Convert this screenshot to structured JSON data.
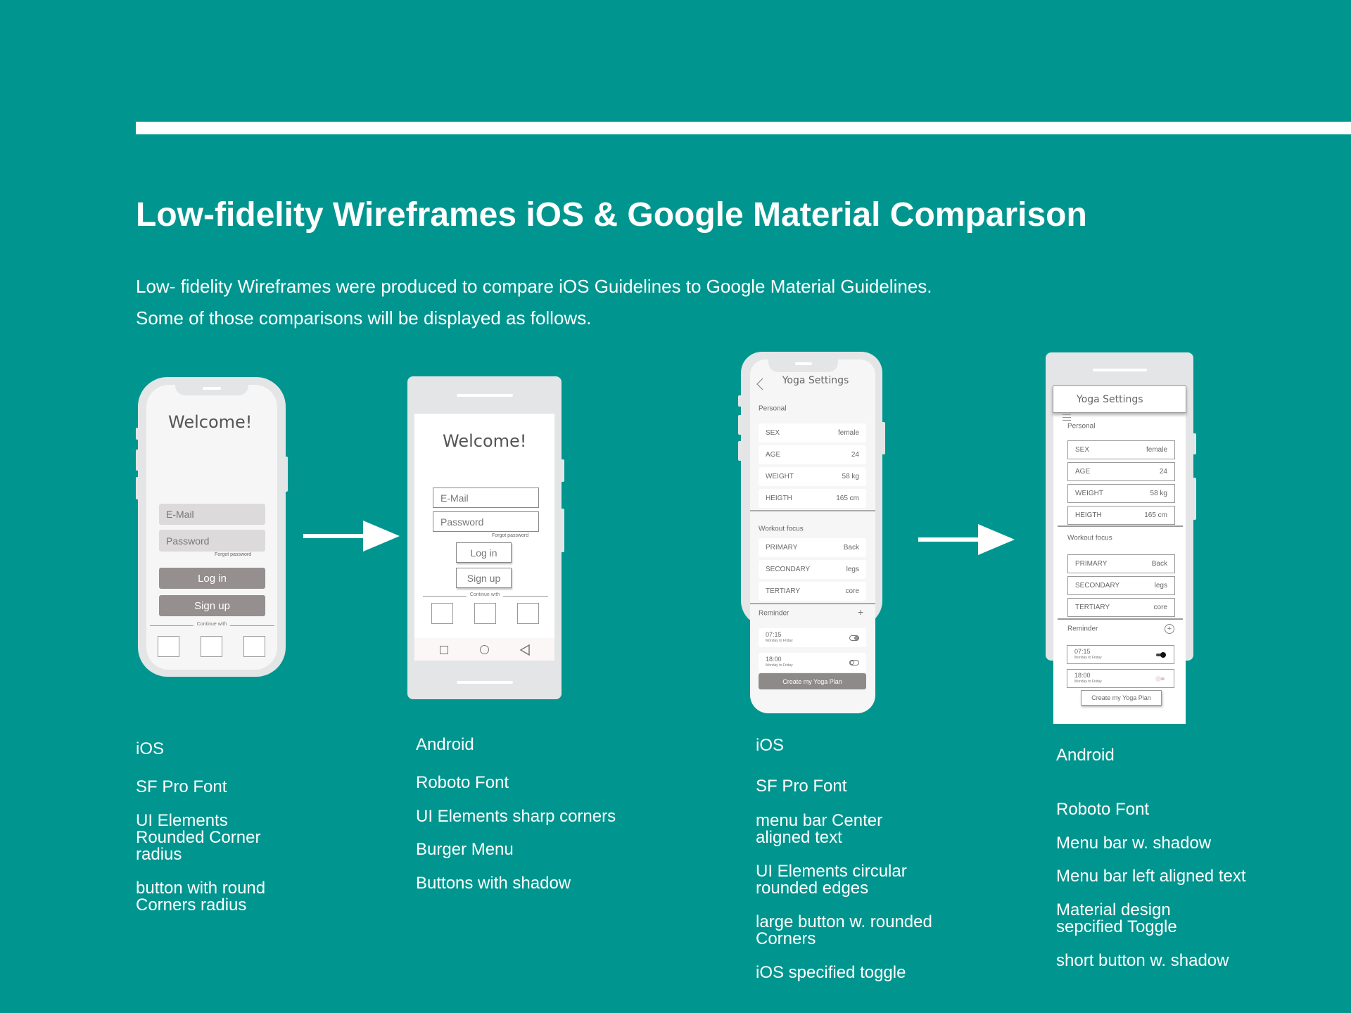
{
  "header": {
    "title": "Low-fidelity Wireframes iOS & Google Material Comparison",
    "subtitle_line1": "Low- fidelity Wireframes were produced to compare iOS Guidelines to Google Material Guidelines.",
    "subtitle_line2": "Some of those comparisons will be displayed as follows."
  },
  "colors": {
    "background": "#00968f",
    "frame": "#e4e5e6",
    "ios_button": "#958f8f"
  },
  "login": {
    "welcome": "Welcome!",
    "email_placeholder": "E-Mail",
    "password_placeholder": "Password",
    "forgot": "Forgot password",
    "login": "Log in",
    "signup": "Sign up",
    "continue": "Continue with"
  },
  "settings": {
    "title": "Yoga Settings",
    "personal": "Personal",
    "workout": "Workout focus",
    "reminder": "Reminder",
    "create": "Create my Yoga Plan",
    "personal_rows": [
      {
        "label": "SEX",
        "value": "female"
      },
      {
        "label": "AGE",
        "value": "24"
      },
      {
        "label": "WEIGHT",
        "value": "58 kg"
      },
      {
        "label": "HEIGTH",
        "value": "165 cm"
      }
    ],
    "workout_rows": [
      {
        "label": "PRIMARY",
        "value": "Back"
      },
      {
        "label": "SECONDARY",
        "value": "legs"
      },
      {
        "label": "TERTIARY",
        "value": "core"
      }
    ],
    "reminders": [
      {
        "time": "07:15",
        "days": "Monday to Friday",
        "on": true
      },
      {
        "time": "18:00",
        "days": "Monday to Friday",
        "on": false
      }
    ]
  },
  "columns": [
    {
      "platform": "iOS",
      "notes": [
        "SF Pro Font",
        "UI Elements\nRounded Corner\nradius",
        "button with round\nCorners radius"
      ]
    },
    {
      "platform": "Android",
      "notes": [
        "Roboto Font",
        "UI Elements sharp corners",
        "Burger Menu",
        "Buttons with shadow"
      ]
    },
    {
      "platform": "iOS",
      "notes": [
        "SF Pro Font",
        "menu bar Center\naligned text",
        "UI Elements circular\nrounded edges",
        "large button w. rounded\nCorners",
        "iOS specified toggle"
      ]
    },
    {
      "platform": "Android",
      "notes": [
        "Roboto Font",
        "Menu bar w. shadow",
        "Menu bar left aligned text",
        "Material design\nsepcified Toggle",
        "short button w. shadow"
      ]
    }
  ]
}
